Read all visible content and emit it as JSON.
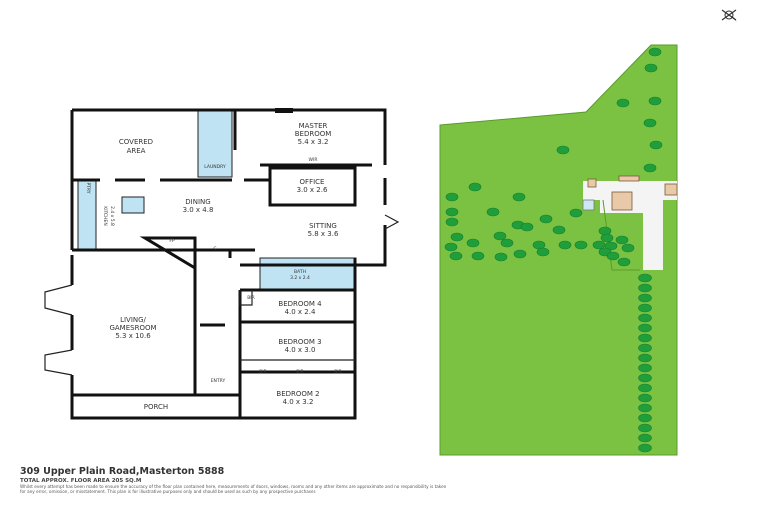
{
  "floor_plan": {
    "rooms": {
      "covered_area": [
        "COVERED",
        "AREA"
      ],
      "master_bedroom": [
        "MASTER",
        "BEDROOM",
        "5.4 x 3.2"
      ],
      "wir": "WIR",
      "laundry": "LAUNDRY",
      "office": [
        "OFFICE",
        "3.0 x 2.6"
      ],
      "dining": [
        "DINING",
        "3.0 x 4.8"
      ],
      "kitchen": [
        "KITCHEN",
        "2.4 x 5.8"
      ],
      "pantry": "PTRY",
      "fireplace": "FP",
      "cupboard": "C",
      "sitting": [
        "SITTING",
        "5.8 x 3.6"
      ],
      "bath": [
        "BATH",
        "3.2 x 2.4"
      ],
      "bedroom4": [
        "BEDROOM 4",
        "4.0 x 2.4"
      ],
      "bedroom3": [
        "BEDROOM 3",
        "4.0 x 3.0"
      ],
      "bedroom2": [
        "BEDROOM 2",
        "4.0 x 3.2"
      ],
      "living": [
        "LIVING/",
        "GAMESROOM",
        "5.3 x 10.6"
      ],
      "entry": "ENTRY",
      "porch": "PORCH",
      "bir": "BIR"
    }
  },
  "site_plan": {
    "grass_color": "#7cc242",
    "tree_color": "#1f9e3a",
    "building_color": "#e8c9a8",
    "north_icon": "compass-north-icon"
  },
  "footer": {
    "address": "309 Upper Plain Road,Masterton 5888",
    "total_area": "TOTAL APPROX. FLOOR AREA 205 SQ.M",
    "disclaimer": "Whilst every attempt has been made to ensure the accuracy of the floor plan contained here, measurements of doors, windows, rooms and any other items are approximate and no responsibility is taken for any error, omission, or misstatement. This plan is for illustrative purposes only and should be used as such by any prospective purchaser."
  }
}
